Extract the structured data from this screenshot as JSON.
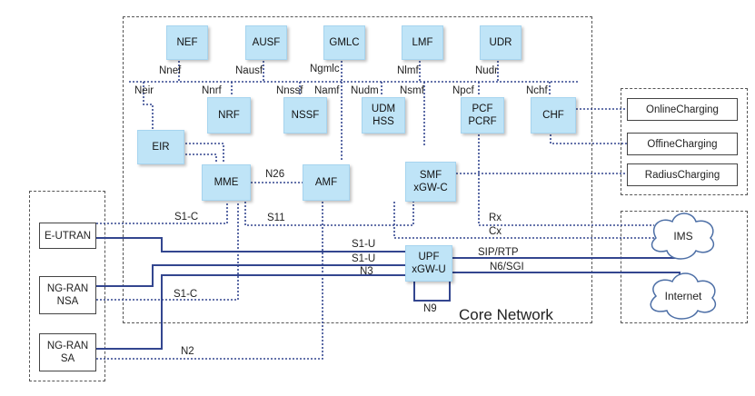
{
  "title": "Core Network",
  "nfs": {
    "nef": "NEF",
    "ausf": "AUSF",
    "gmlc": "GMLC",
    "lmf": "LMF",
    "udr": "UDR",
    "nrf": "NRF",
    "nssf": "NSSF",
    "udm": "UDM",
    "hss": "HSS",
    "pcf": "PCF",
    "pcrf": "PCRF",
    "chf": "CHF",
    "eir": "EIR",
    "mme": "MME",
    "amf": "AMF",
    "smf": "SMF",
    "xgwc": "xGW-C",
    "upf": "UPF",
    "xgwu": "xGW-U"
  },
  "ran": {
    "eutran": "E-UTRAN",
    "ngran_nsa_1": "NG-RAN",
    "ngran_nsa_2": "NSA",
    "ngran_sa_1": "NG-RAN",
    "ngran_sa_2": "SA"
  },
  "charging": {
    "online": "OnlineCharging",
    "offline": "OffineCharging",
    "radius": "RadiusCharging"
  },
  "clouds": {
    "ims": "IMS",
    "internet": "Internet"
  },
  "interfaces": {
    "nnef": "Nnef",
    "nausf": "Nausf",
    "ngmlc": "Ngmlc",
    "nlmf": "Nlmf",
    "nudr": "Nudr",
    "neir": "Neir",
    "nnrf": "Nnrf",
    "nnssf": "Nnssf",
    "namf": "Namf",
    "nudm": "Nudm",
    "nsmf": "Nsmf",
    "npcf": "Npcf",
    "nchf": "Nchf",
    "n26": "N26",
    "s1c_top": "S1-C",
    "s11": "S11",
    "rx": "Rx",
    "cx": "Cx",
    "s1u_a": "S1-U",
    "s1u_b": "S1-U",
    "n3": "N3",
    "s1c_bottom": "S1-C",
    "sip_rtp": "SIP/RTP",
    "n6_sgi": "N6/SGI",
    "n9": "N9",
    "n2": "N2"
  },
  "colors": {
    "nf_fill": "#bfe4f7",
    "link": "#33468f",
    "region_border": "#555555"
  }
}
